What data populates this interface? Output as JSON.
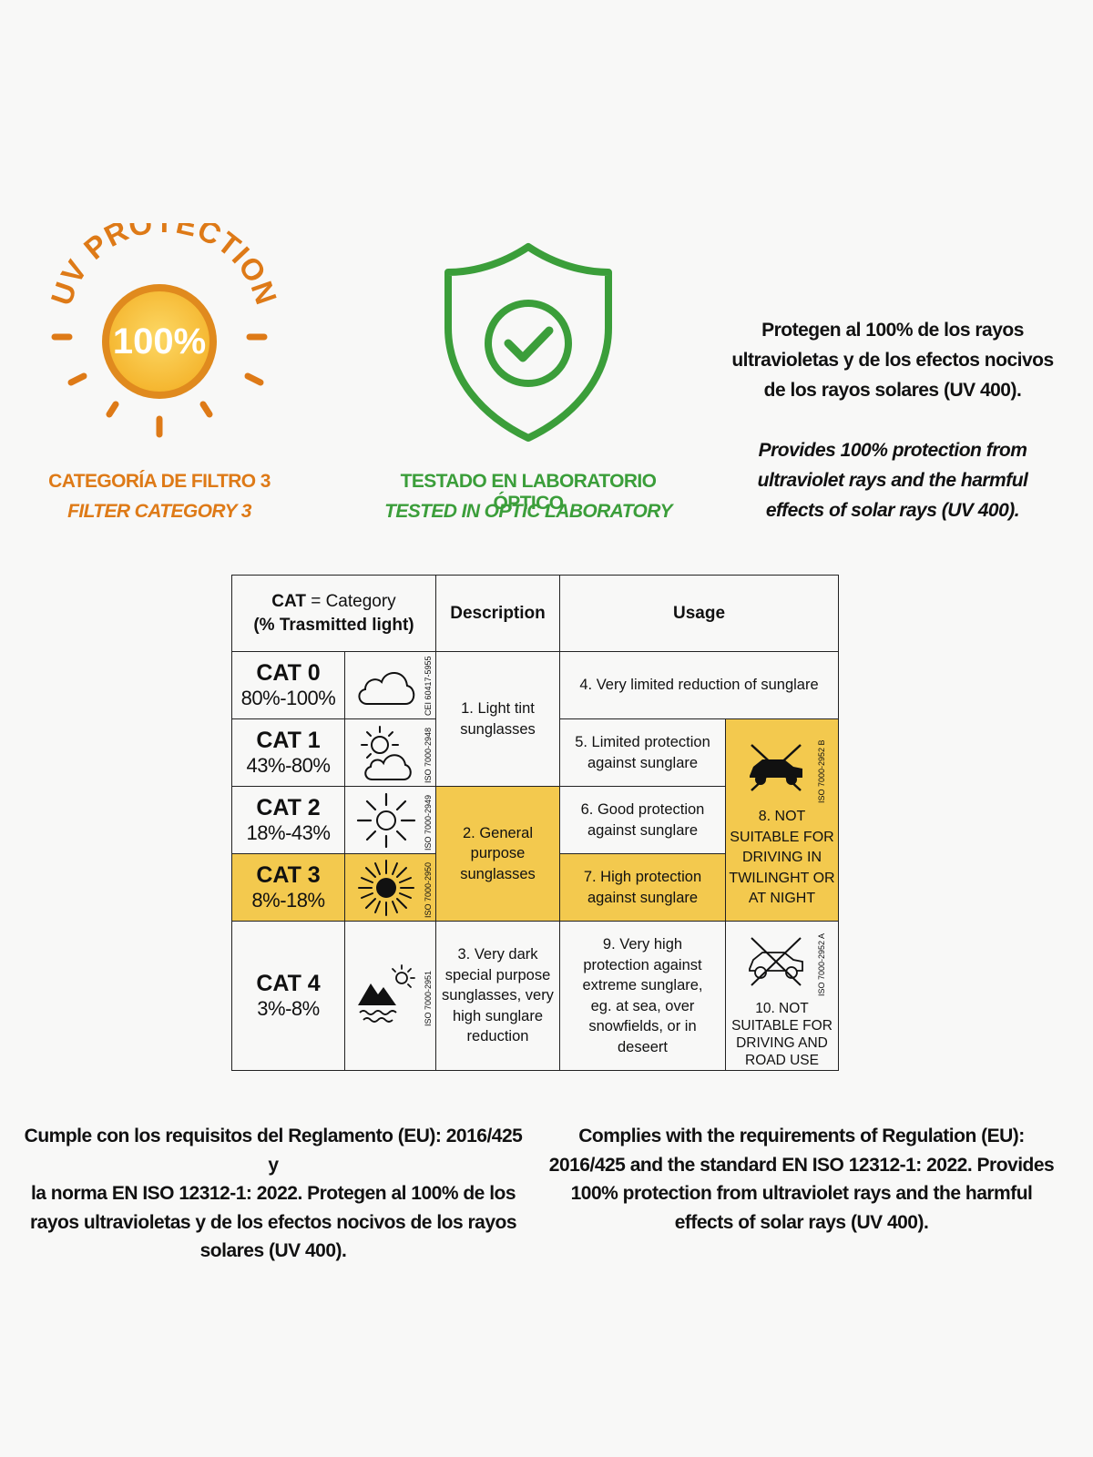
{
  "badges": {
    "uv": {
      "arc_text": "UV PROTECTION",
      "percent": "100%",
      "caption_es": "CATEGORÍA DE FILTRO 3",
      "caption_en": "FILTER CATEGORY 3",
      "color": "#de7a17",
      "icon": "sun-icon"
    },
    "lab": {
      "caption_es": "TESTADO EN LABORATORIO ÓPTICO",
      "caption_en": "TESTED IN OPTIC LABORATORY",
      "color": "#3b9e3a",
      "icon": "shield-check-icon"
    }
  },
  "intro": {
    "es": [
      "Protegen al 100% de los rayos",
      "ultravioletas y de los efectos nocivos",
      "de los rayos solares (UV 400)."
    ],
    "en": [
      "Provides 100% protection from",
      "ultraviolet rays and the harmful",
      "effects of solar rays (UV 400)."
    ]
  },
  "table": {
    "header": {
      "cat_bold": "CAT",
      "cat_rest": " = Category",
      "trans": "(% Trasmitted light)",
      "description": "Description",
      "usage": "Usage"
    },
    "categories": [
      {
        "name": "CAT 0",
        "range": "80%-100%",
        "iso": "CEI 60417-5955",
        "icon": "cloud-icon"
      },
      {
        "name": "CAT 1",
        "range": "43%-80%",
        "iso": "ISO 7000-2948",
        "icon": "sun-behind-cloud-icon"
      },
      {
        "name": "CAT 2",
        "range": "18%-43%",
        "iso": "ISO 7000-2949",
        "icon": "sun-icon"
      },
      {
        "name": "CAT 3",
        "range": "8%-18%",
        "iso": "ISO 7000-2950",
        "icon": "strong-sun-icon"
      },
      {
        "name": "CAT 4",
        "range": "3%-8%",
        "iso": "ISO 7000-2951",
        "icon": "mountain-sea-sun-icon"
      }
    ],
    "descriptions": {
      "d1": [
        "1. Light tint",
        "sunglasses"
      ],
      "d2": [
        "2. General",
        "purpose",
        "sunglasses"
      ],
      "d3": [
        "3. Very dark",
        "special purpose",
        "sunglasses, very",
        "high sunglare",
        "reduction"
      ]
    },
    "usage": {
      "u4": "4. Very limited reduction of sunglare",
      "u5": [
        "5. Limited protection",
        "against sunglare"
      ],
      "u6": [
        "6. Good protection",
        "against sunglare"
      ],
      "u7": [
        "7. High protection",
        "against sunglare"
      ],
      "u8": [
        "8. NOT",
        "SUITABLE FOR",
        "DRIVING IN",
        "TWILINGHT OR",
        "AT NIGHT"
      ],
      "u8_iso": "ISO 7000-2952 B",
      "u9": [
        "9. Very high",
        "protection against",
        "extreme sunglare,",
        "eg. at sea, over",
        "snowfields, or in",
        "deseert"
      ],
      "u10": [
        "10. NOT",
        "SUITABLE FOR",
        "DRIVING AND",
        "ROAD USE"
      ],
      "u10_iso": "ISO 7000-2952 A"
    },
    "highlight_color": "#f3c94e"
  },
  "footer": {
    "es": [
      "Cumple con los requisitos del Reglamento (EU): 2016/425 y",
      "la norma EN ISO 12312-1: 2022. Protegen al 100% de los",
      "rayos ultravioletas y de los efectos nocivos de los rayos",
      "solares (UV 400)."
    ],
    "en": [
      "Complies with the requirements of Regulation (EU):",
      "2016/425 and the standard EN ISO 12312-1: 2022. Provides",
      "100% protection from ultraviolet rays and the harmful",
      "effects of solar rays (UV 400)."
    ]
  }
}
